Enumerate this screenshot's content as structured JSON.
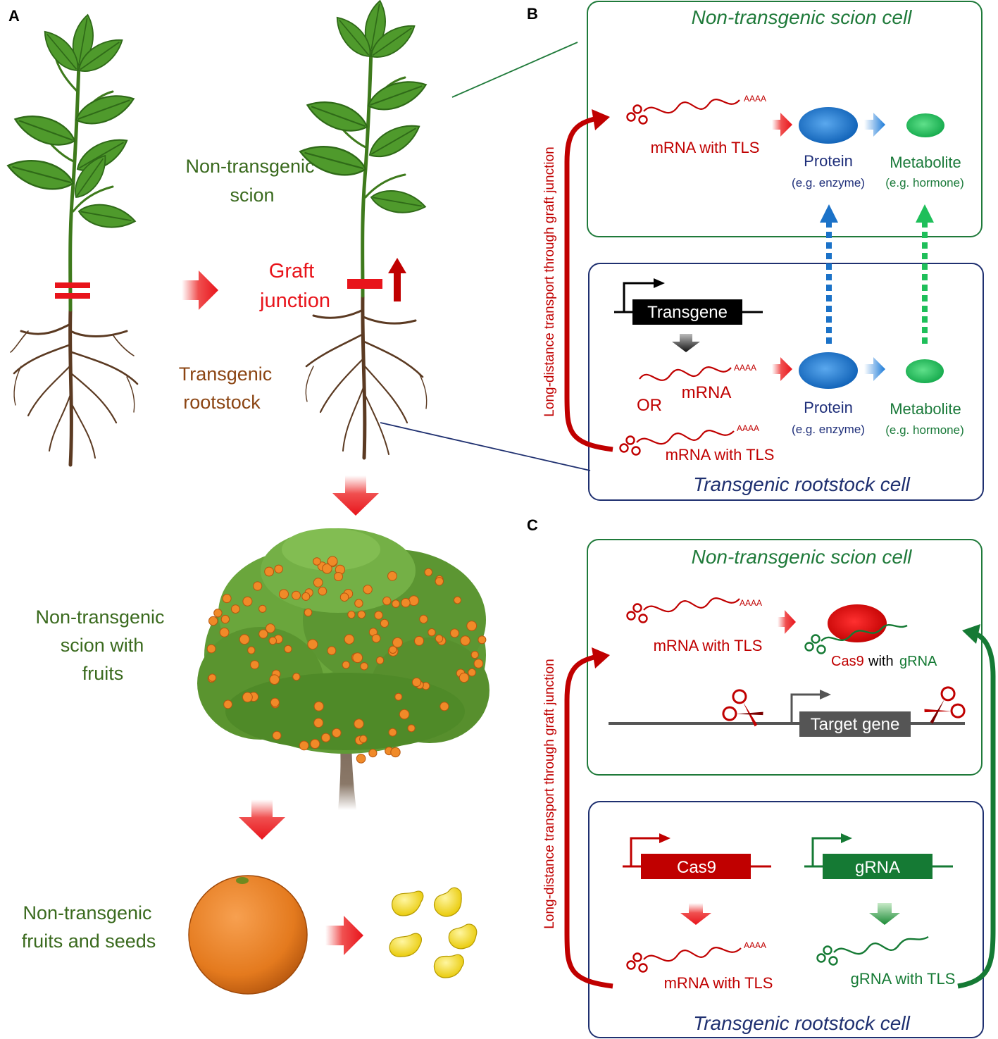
{
  "colors": {
    "red": "#e8141b",
    "dark_red": "#c00000",
    "scion_green": "#3a6a1e",
    "rootstock_brown": "#8b4513",
    "scion_box": "#1f7a3a",
    "rootstock_box": "#1f3070",
    "protein_blue": "#1b72c8",
    "metabolite_green": "#1fbf5a",
    "navy_text": "#1f2f7a",
    "grna_green": "#157a34",
    "gene_gray": "#555555"
  },
  "panel_a": {
    "letter": "A",
    "scion_label_line1": "Non-transgenic",
    "scion_label_line2": "scion",
    "graft_label_line1": "Graft",
    "graft_label_line2": "junction",
    "rootstock_label_line1": "Transgenic",
    "rootstock_label_line2": "rootstock",
    "tree_label_line1": "Non-transgenic",
    "tree_label_line2": "scion with",
    "tree_label_line3": "fruits",
    "fruit_label_line1": "Non-transgenic",
    "fruit_label_line2": "fruits and seeds"
  },
  "panel_b": {
    "letter": "B",
    "scion_title": "Non-transgenic scion cell",
    "rootstock_title": "Transgenic rootstock cell",
    "side_label": "Long-distance transport through graft junction",
    "polyA": "AAAA",
    "mrna_tls": "mRNA with TLS",
    "protein": "Protein",
    "protein_eg": "(e.g. enzyme)",
    "metabolite": "Metabolite",
    "metabolite_eg": "(e.g. hormone)",
    "transgene": "Transgene",
    "mrna": "mRNA",
    "or": "OR"
  },
  "panel_c": {
    "letter": "C",
    "scion_title": "Non-transgenic scion cell",
    "rootstock_title": "Transgenic rootstock cell",
    "side_label": "Long-distance transport through graft junction",
    "polyA": "AAAA",
    "mrna_tls": "mRNA with TLS",
    "cas9_with": "Cas9",
    "with_word": "with",
    "grna_word": "gRNA",
    "target_gene": "Target gene",
    "cas9_gene": "Cas9",
    "grna_gene": "gRNA",
    "grna_tls": "gRNA with TLS"
  }
}
